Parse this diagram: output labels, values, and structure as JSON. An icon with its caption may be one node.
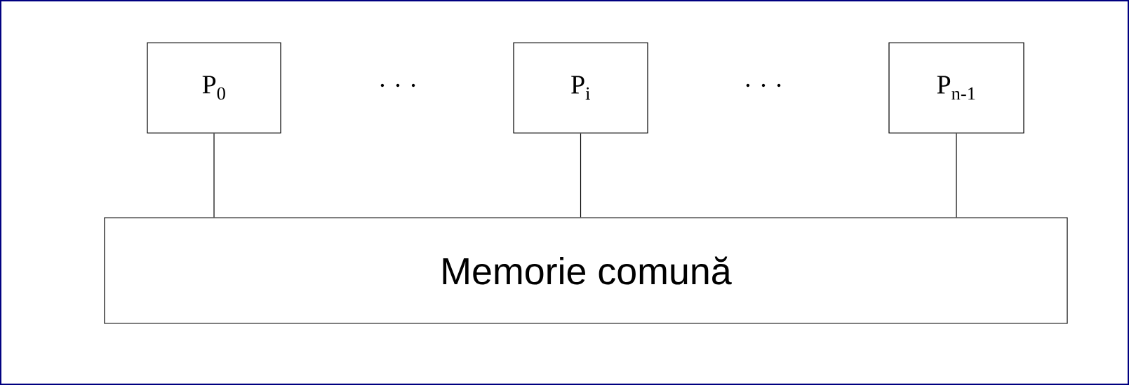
{
  "diagram": {
    "nodes": [
      {
        "text": [
          "P$_{0}$"
        ]
      },
      {
        "text": [
          "P$_{i}$"
        ]
      },
      {
        "text": [
          "P$_{n-1}$"
        ]
      },
      {
        "text": [
          "Memorie comună"
        ]
      }
    ],
    "edges": [
      {
        "from": 0,
        "to": 3,
        "arrow": "none"
      },
      {
        "from": 1,
        "to": 3,
        "arrow": "none"
      },
      {
        "from": 2,
        "to": 3,
        "arrow": "none"
      }
    ],
    "labels": [
      ". . .",
      ". . ."
    ]
  }
}
